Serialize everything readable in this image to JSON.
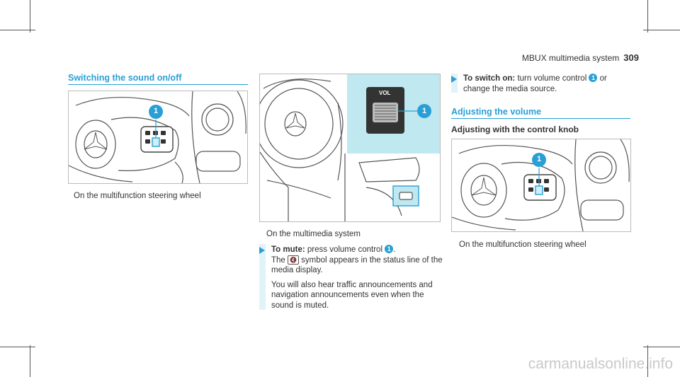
{
  "header": {
    "title": "MBUX multimedia system",
    "page_number": "309"
  },
  "left": {
    "section_title": "Switching the sound on/off",
    "figure_caption": "On the multifunction steering wheel",
    "callout": "1"
  },
  "middle": {
    "figure_caption": "On the multimedia system",
    "panel_label": "VOL",
    "callout": "1",
    "mute_step": {
      "lead": "To mute:",
      "text_a": " press volume control ",
      "callout": "1",
      "text_b": ".",
      "line2_a": "The ",
      "symbol": "🔇",
      "line2_b": " symbol appears in the status line of the media display.",
      "para2": "You will also hear traffic announcements and navigation announcements even when the sound is muted."
    }
  },
  "right": {
    "switch_on_step": {
      "lead": "To switch on:",
      "text_a": " turn volume control ",
      "callout": "1",
      "text_b": " or change the media source."
    },
    "section_title": "Adjusting the volume",
    "sub_title": "Adjusting with the control knob",
    "figure_caption": "On the multifunction steering wheel",
    "callout": "1"
  },
  "watermark": "carmanualsonline.info",
  "colors": {
    "accent": "#2a9fd6",
    "highlight": "#bfe8f0"
  }
}
